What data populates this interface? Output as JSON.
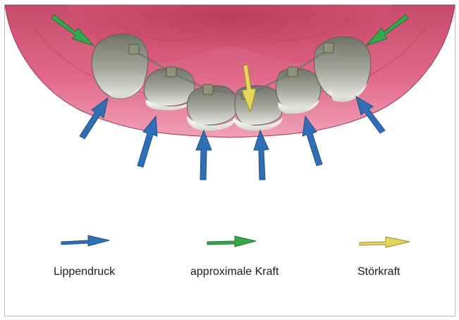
{
  "colors": {
    "lip_pressure": "#2f6fb5",
    "approximal_force": "#35a84a",
    "disturbing_force": "#e8d65a",
    "gingiva": "#d9587a",
    "tooth": "#9a9c92",
    "wire": "#6b6f72"
  },
  "legend": {
    "lip_pressure": "Lippendruck",
    "approximal_force": "approximale Kraft",
    "disturbing_force": "Störkraft"
  }
}
